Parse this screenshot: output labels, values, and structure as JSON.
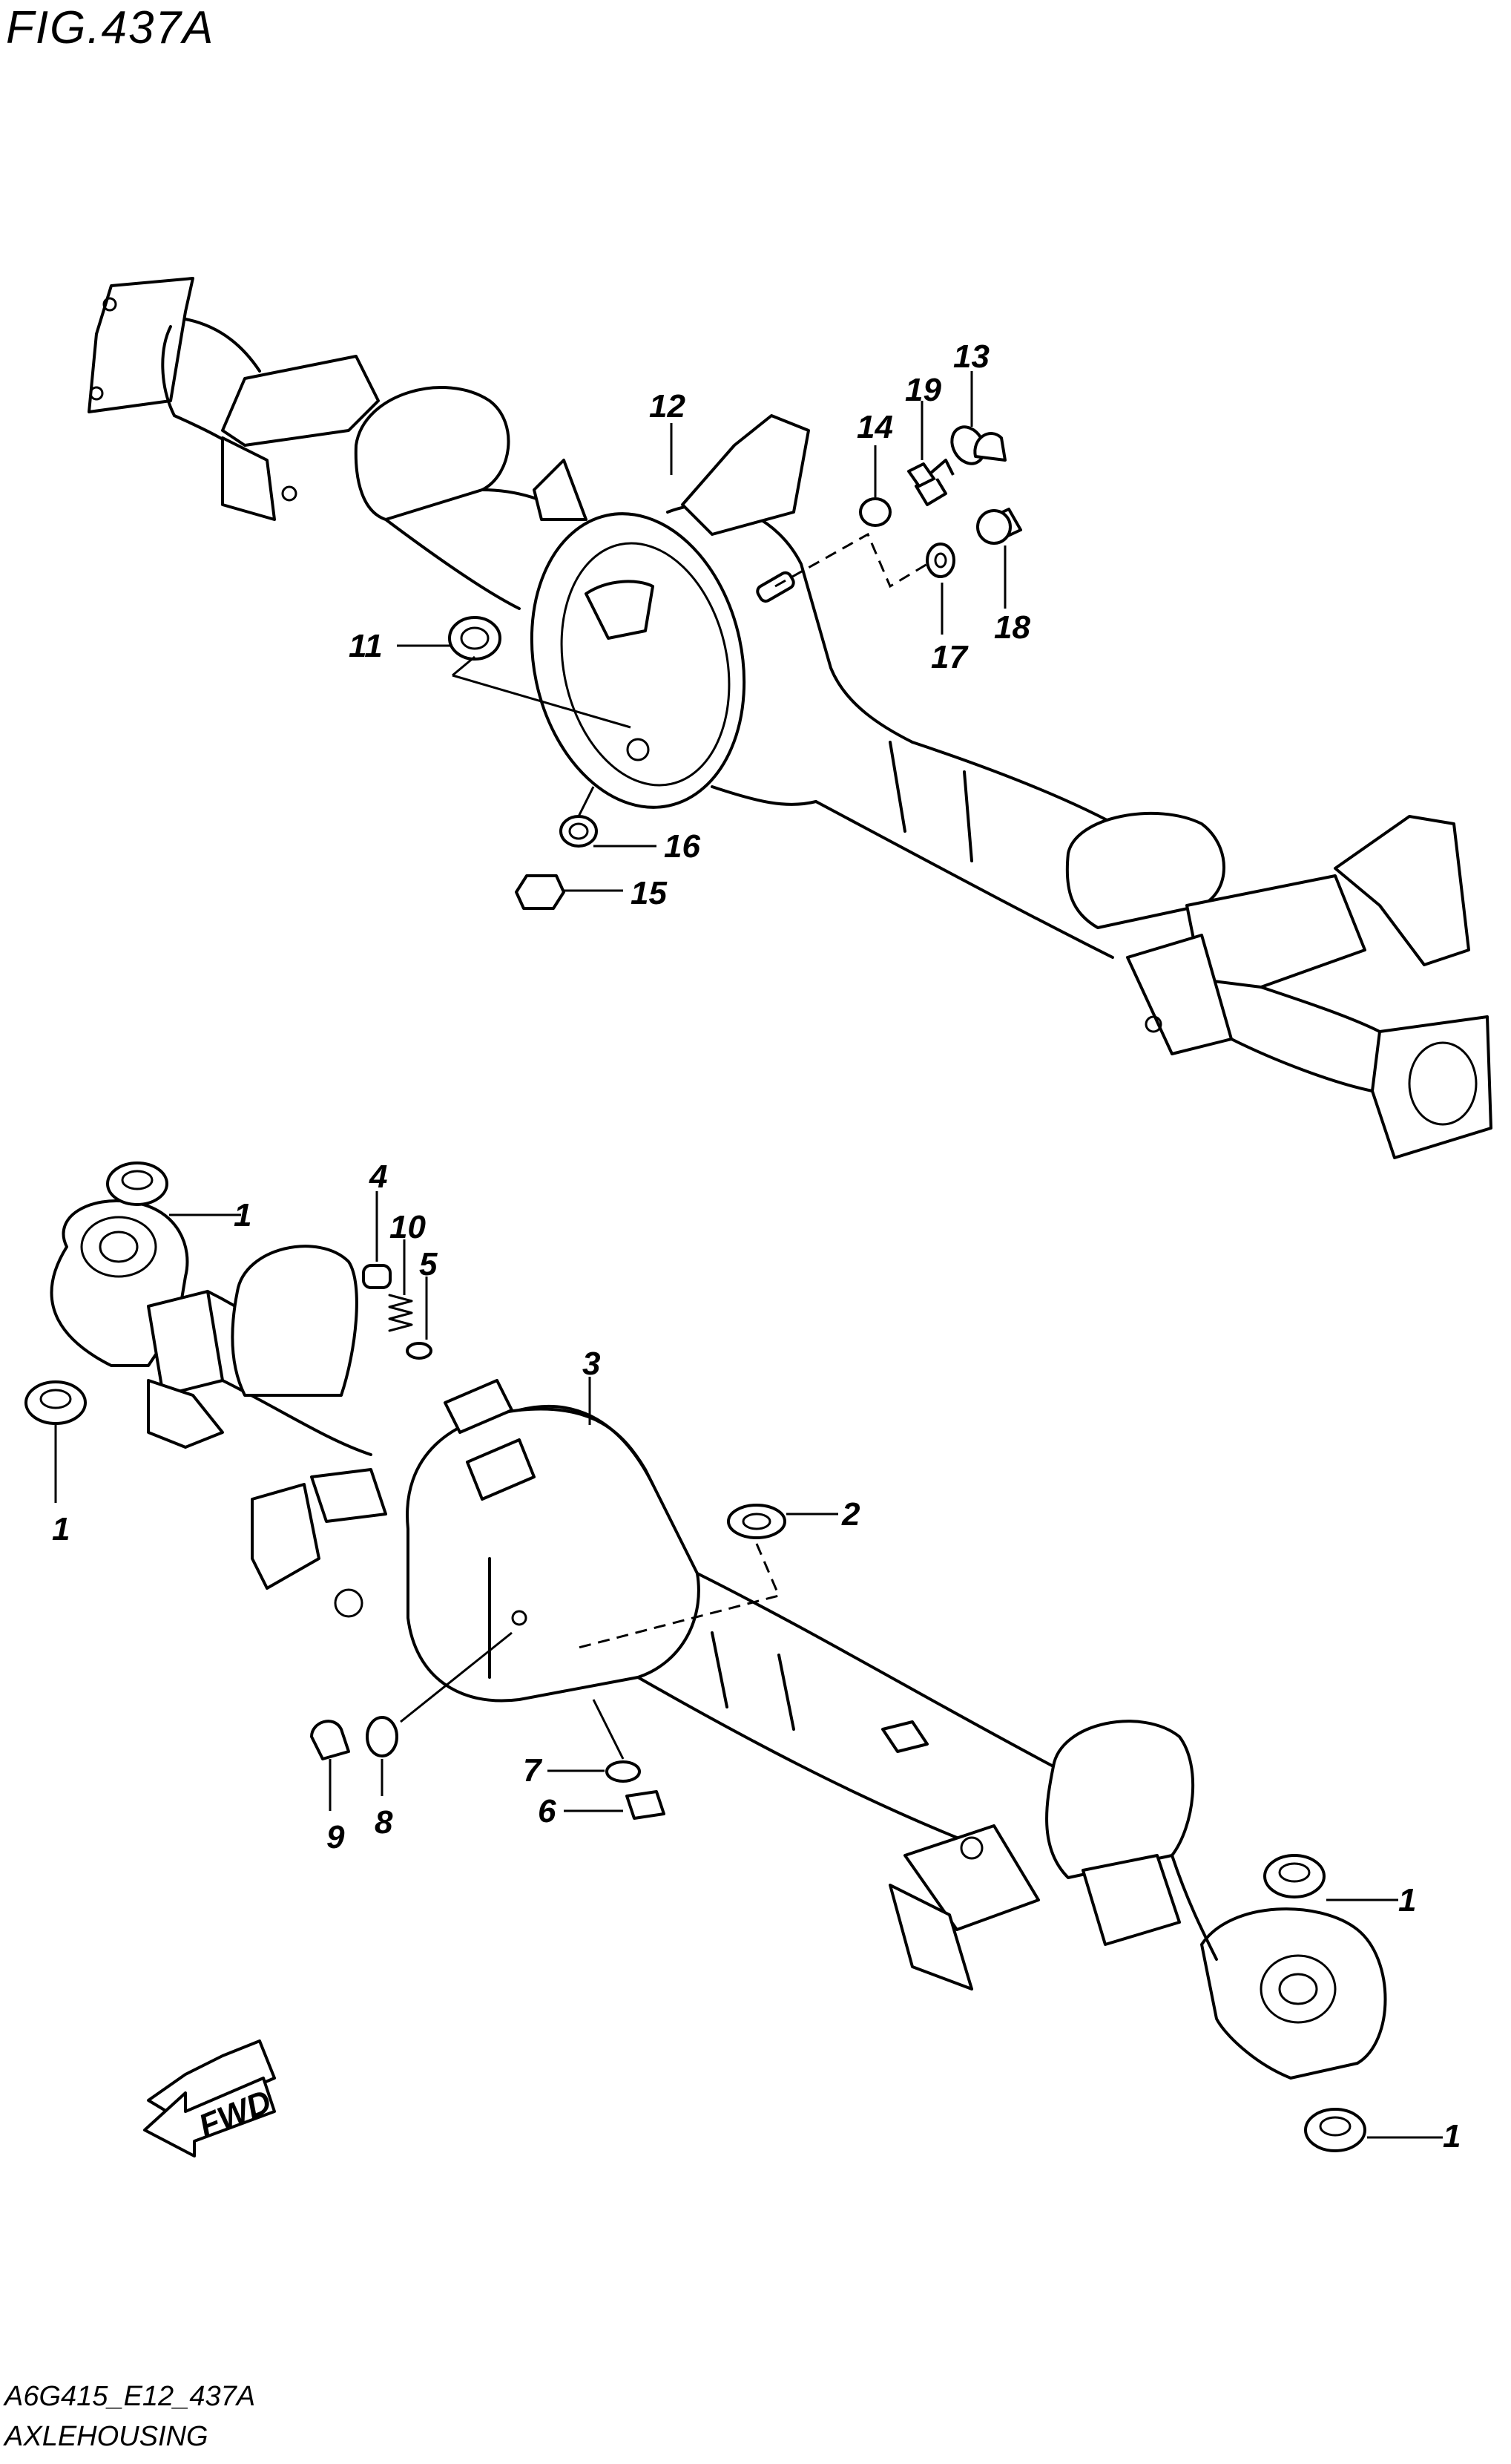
{
  "figure": {
    "title": "FIG.437A"
  },
  "footer": {
    "code": "A6G415_E12_437A",
    "name": "AXLEHOUSING"
  },
  "direction_badge": "FWD",
  "callouts": {
    "c1a": "1",
    "c1b": "1",
    "c1c": "1",
    "c1d": "1",
    "c2": "2",
    "c3": "3",
    "c4": "4",
    "c5": "5",
    "c6": "6",
    "c7": "7",
    "c8": "8",
    "c9": "9",
    "c10": "10",
    "c11": "11",
    "c12": "12",
    "c13": "13",
    "c14": "14",
    "c15": "15",
    "c16": "16",
    "c17": "17",
    "c18": "18",
    "c19": "19"
  }
}
